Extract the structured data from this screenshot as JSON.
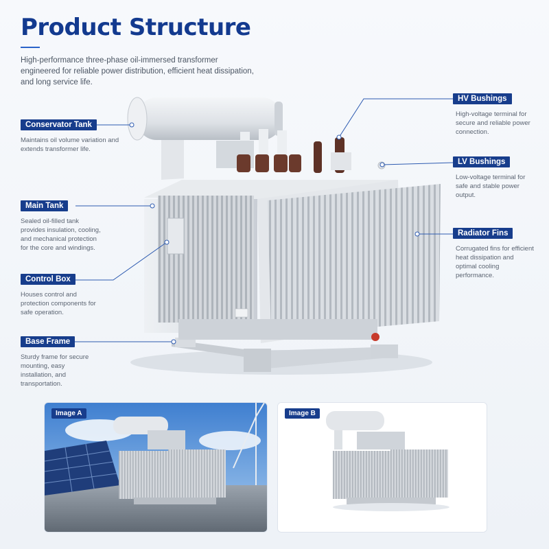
{
  "header": {
    "title": "Product Structure",
    "intro": "High-performance three-phase oil-immersed transformer engineered for reliable power distribution, efficient heat dissipation, and long service life."
  },
  "callouts": {
    "conservator": {
      "label": "Conservator Tank",
      "desc": "Maintains oil volume variation and extends transformer life."
    },
    "main_tank": {
      "label": "Main Tank",
      "desc": "Sealed oil-filled tank provides insulation, cooling, and mechanical protection for the core and windings."
    },
    "control_box": {
      "label": "Control Box",
      "desc": "Houses control and protection components for safe operation."
    },
    "base_frame": {
      "label": "Base Frame",
      "desc": "Sturdy frame for secure mounting, easy installation, and transportation."
    },
    "hv_bushings": {
      "label": "HV Bushings",
      "desc": "High-voltage terminal for secure and reliable power connection."
    },
    "lv_bushings": {
      "label": "LV Bushings",
      "desc": "Low-voltage terminal for safe and stable power output."
    },
    "radiator_fins": {
      "label": "Radiator Fins",
      "desc": "Corrugated fins for efficient heat dissipation and optimal cooling performance."
    }
  },
  "thumbnails": {
    "a": {
      "label": "Image A"
    },
    "b": {
      "label": "Image B"
    }
  },
  "colors": {
    "accent": "#173d8c",
    "title": "#133a8f",
    "tank": "#d9dde2",
    "fin": "#c3c8ce"
  }
}
